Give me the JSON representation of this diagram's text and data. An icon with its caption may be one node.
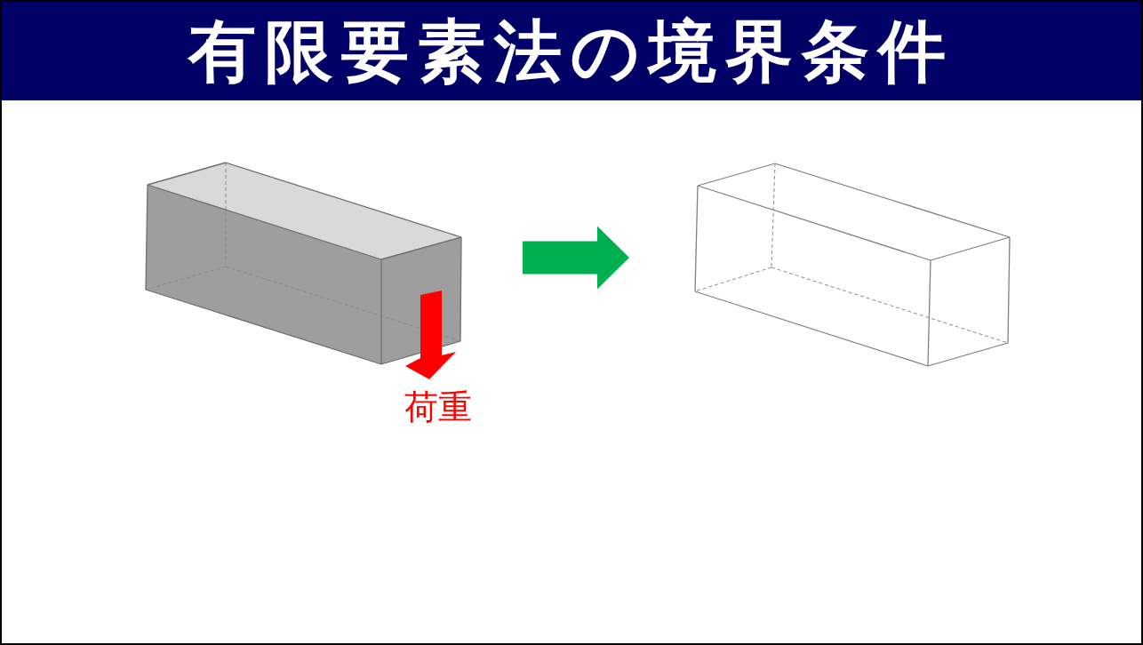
{
  "diagram": {
    "title": "有限要素法の境界条件",
    "nodes": [
      {
        "text": [],
        "shape": "box"
      },
      {
        "text": [],
        "shape": "box"
      }
    ],
    "edges": [
      {
        "from": 0,
        "to": 1,
        "arrow": "to",
        "style": "thick",
        "color": "#00b050"
      }
    ],
    "labels": [
      "荷重"
    ]
  }
}
